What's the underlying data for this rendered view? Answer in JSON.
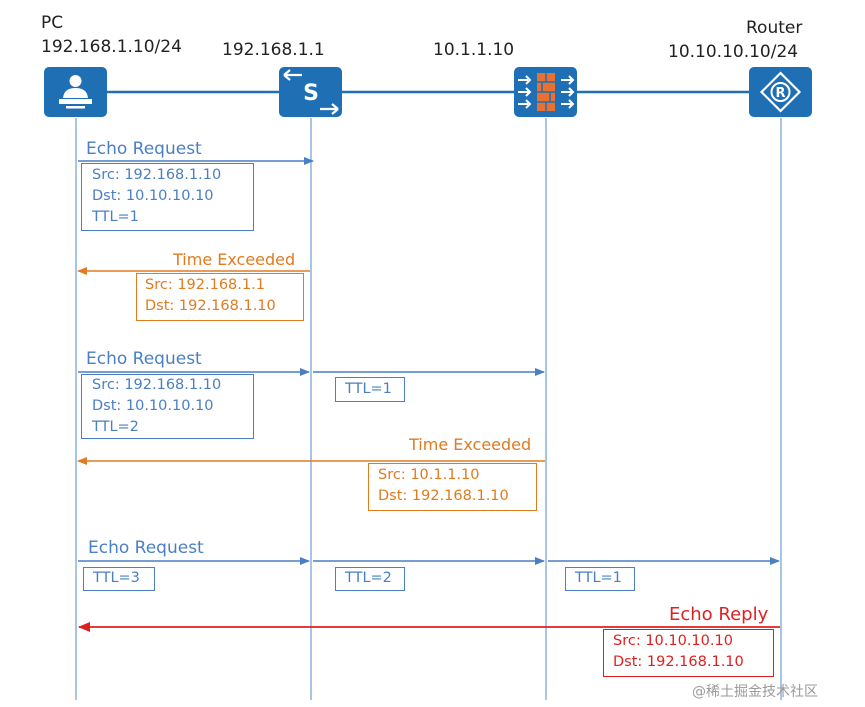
{
  "devices": {
    "pc": {
      "name": "PC",
      "ip": "192.168.1.10/24"
    },
    "switch": {
      "ip": "192.168.1.1",
      "icon_letter": "S"
    },
    "firewall": {
      "ip": "10.1.1.10"
    },
    "router": {
      "name": "Router",
      "ip": "10.10.10.10/24",
      "icon_letter": "R"
    }
  },
  "messages": {
    "echo_request_1": {
      "title": "Echo Request",
      "src": "Src: 192.168.1.10",
      "dst": "Dst: 10.10.10.10",
      "ttl": "TTL=1"
    },
    "time_exceeded_1": {
      "title": "Time Exceeded",
      "src": "Src: 192.168.1.1",
      "dst": "Dst: 192.168.1.10"
    },
    "echo_request_2": {
      "title": "Echo Request",
      "src": "Src: 192.168.1.10",
      "dst": "Dst: 10.10.10.10",
      "ttl": "TTL=2",
      "ttl_after_switch": "TTL=1"
    },
    "time_exceeded_2": {
      "title": "Time Exceeded",
      "src": "Src: 10.1.1.10",
      "dst": "Dst: 192.168.1.10"
    },
    "echo_request_3": {
      "title": "Echo Request",
      "ttl_pc": "TTL=3",
      "ttl_switch": "TTL=2",
      "ttl_firewall": "TTL=1"
    },
    "echo_reply": {
      "title": "Echo Reply",
      "src": "Src: 10.10.10.10",
      "dst": "Dst: 192.168.1.10"
    }
  },
  "colors": {
    "device": "#1f6fb4",
    "request": "#4a7fc4",
    "time_exceeded": "#e07b20",
    "reply": "#e02020",
    "lifeline": "#9fc0e0"
  },
  "watermark": "@稀土掘金技术社区"
}
